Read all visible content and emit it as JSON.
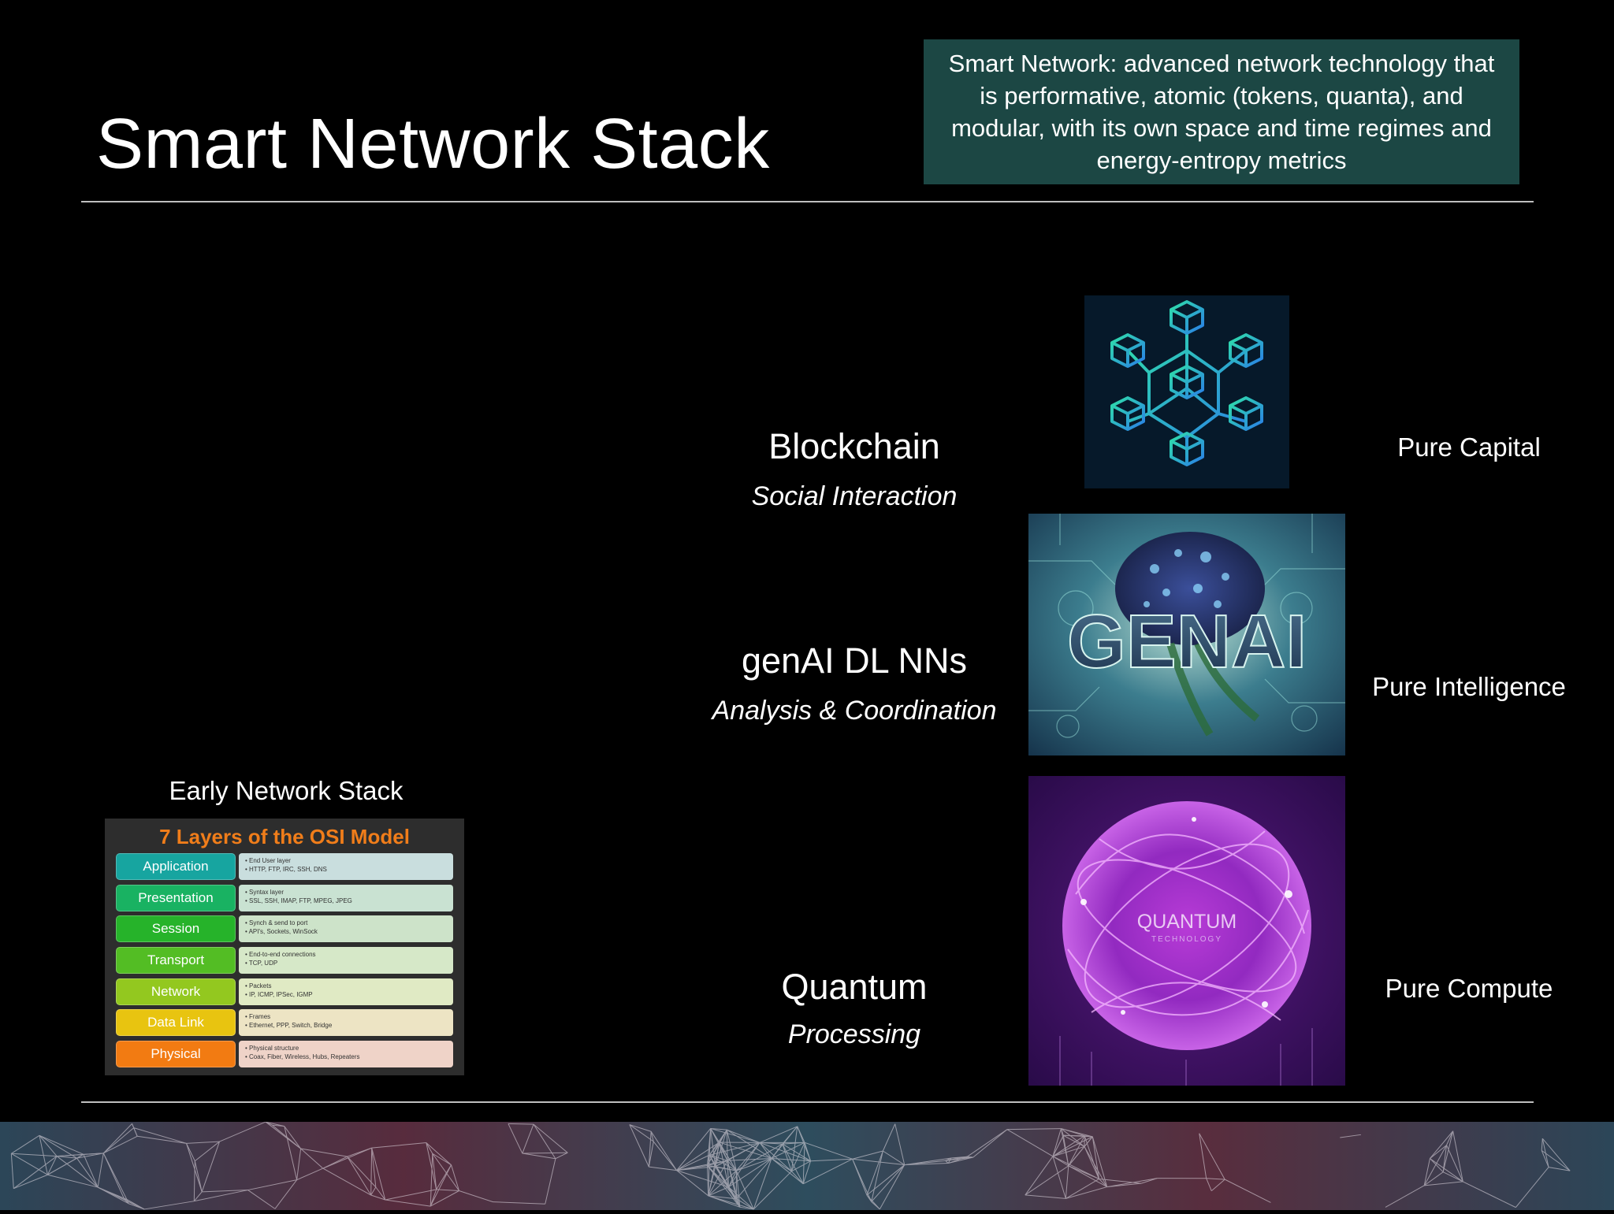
{
  "slide": {
    "title": "Smart Network Stack",
    "definition": "Smart Network: advanced network technology that is performative, atomic (tokens, quanta), and modular, with its own space and time regimes and energy-entropy metrics"
  },
  "layers": [
    {
      "name": "Blockchain",
      "sub": "Social Interaction",
      "pure": "Pure Capital"
    },
    {
      "name": "genAI DL NNs",
      "sub": "Analysis & Coordination",
      "pure": "Pure Intelligence"
    },
    {
      "name": "Quantum",
      "sub": "Processing",
      "pure": "Pure Compute"
    }
  ],
  "images": {
    "genai_text": "GENAI",
    "quantum_text": "QUANTUM",
    "quantum_sub": "TECHNOLOGY"
  },
  "osi": {
    "caption": "Early Network Stack",
    "title": "7 Layers of the OSI Model",
    "rows": [
      {
        "layer": "Application",
        "desc1": "• End User layer",
        "desc2": "• HTTP, FTP, IRC, SSH, DNS",
        "color": "#17a5a0",
        "desc_bg": "#c9dede"
      },
      {
        "layer": "Presentation",
        "desc1": "• Syntax layer",
        "desc2": "• SSL, SSH, IMAP, FTP, MPEG, JPEG",
        "color": "#19b262",
        "desc_bg": "#c9e2d2"
      },
      {
        "layer": "Session",
        "desc1": "• Synch & send to port",
        "desc2": "• API's, Sockets, WinSock",
        "color": "#26b32a",
        "desc_bg": "#cde3c9"
      },
      {
        "layer": "Transport",
        "desc1": "• End-to-end connections",
        "desc2": "• TCP, UDP",
        "color": "#53bd24",
        "desc_bg": "#d6e8c8"
      },
      {
        "layer": "Network",
        "desc1": "• Packets",
        "desc2": "• IP, ICMP, IPSec, IGMP",
        "color": "#93c81f",
        "desc_bg": "#e0eac4"
      },
      {
        "layer": "Data Link",
        "desc1": "• Frames",
        "desc2": "• Ethernet, PPP, Switch, Bridge",
        "color": "#e8c410",
        "desc_bg": "#ede4c4"
      },
      {
        "layer": "Physical",
        "desc1": "• Physical structure",
        "desc2": "• Coax, Fiber, Wireless, Hubs, Repeaters",
        "color": "#f27b12",
        "desc_bg": "#efd3c8"
      }
    ]
  }
}
